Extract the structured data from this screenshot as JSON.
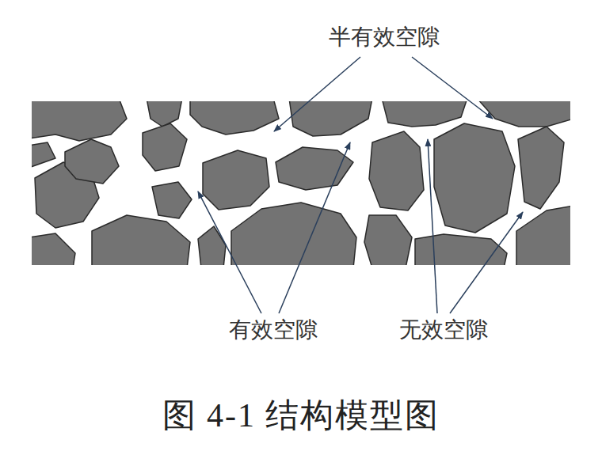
{
  "diagram": {
    "caption": "图 4-1 结构模型图",
    "labels": [
      "半有效空隙",
      "有效空隙",
      "无效空隙"
    ]
  }
}
